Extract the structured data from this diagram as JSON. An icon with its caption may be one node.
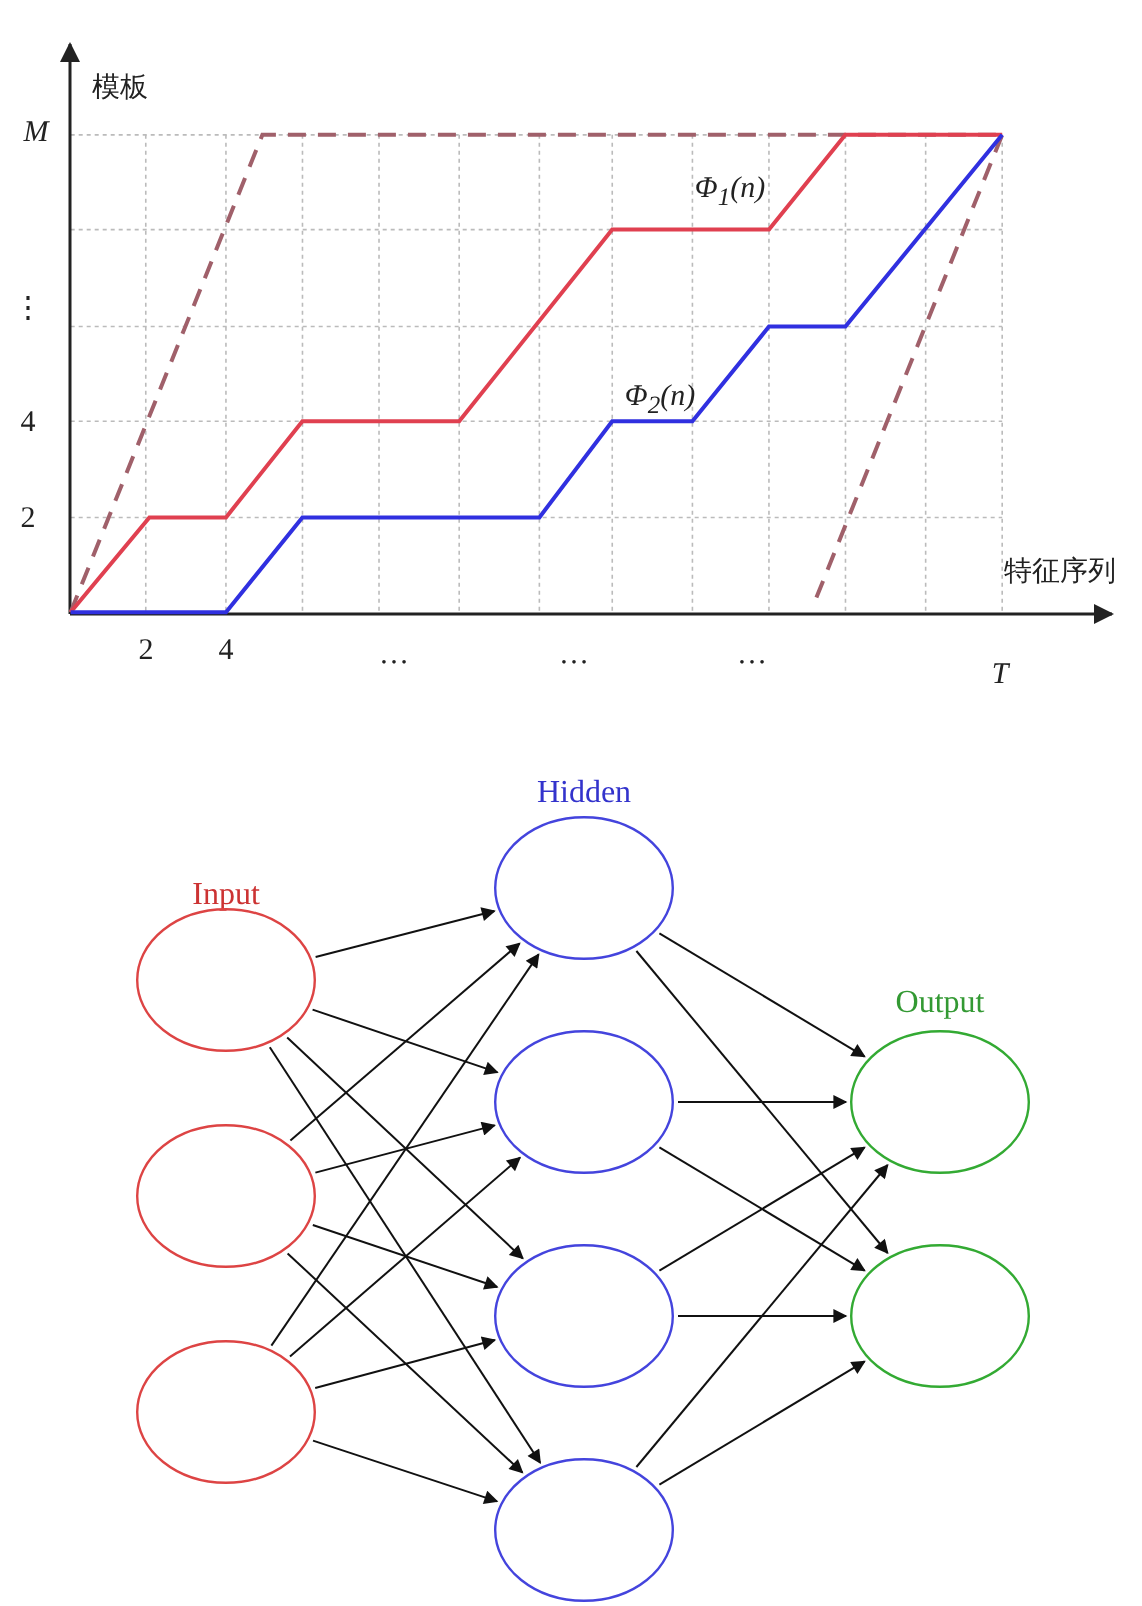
{
  "diagram": {
    "nodes": [
      {
        "text": [],
        "shape": "circle"
      },
      {
        "text": [],
        "shape": "circle"
      },
      {
        "text": [],
        "shape": "circle"
      },
      {
        "text": [],
        "shape": "circle"
      },
      {
        "text": [],
        "shape": "circle"
      },
      {
        "text": [],
        "shape": "circle"
      },
      {
        "text": [],
        "shape": "circle"
      },
      {
        "text": [],
        "shape": "circle"
      },
      {
        "text": [],
        "shape": "circle"
      }
    ],
    "edges": [
      {
        "from": 0,
        "to": 3,
        "arrow": "to"
      },
      {
        "from": 0,
        "to": 4,
        "arrow": "to"
      },
      {
        "from": 0,
        "to": 5,
        "arrow": "to"
      },
      {
        "from": 0,
        "to": 6,
        "arrow": "to"
      },
      {
        "from": 1,
        "to": 3,
        "arrow": "to"
      },
      {
        "from": 1,
        "to": 4,
        "arrow": "to"
      },
      {
        "from": 1,
        "to": 5,
        "arrow": "to"
      },
      {
        "from": 1,
        "to": 6,
        "arrow": "to"
      },
      {
        "from": 2,
        "to": 3,
        "arrow": "to"
      },
      {
        "from": 2,
        "to": 4,
        "arrow": "to"
      },
      {
        "from": 2,
        "to": 5,
        "arrow": "to"
      },
      {
        "from": 2,
        "to": 6,
        "arrow": "to"
      },
      {
        "from": 3,
        "to": 7,
        "arrow": "to"
      },
      {
        "from": 3,
        "to": 8,
        "arrow": "to"
      },
      {
        "from": 4,
        "to": 7,
        "arrow": "to"
      },
      {
        "from": 4,
        "to": 8,
        "arrow": "to"
      },
      {
        "from": 5,
        "to": 7,
        "arrow": "to"
      },
      {
        "from": 5,
        "to": 8,
        "arrow": "to"
      },
      {
        "from": 6,
        "to": 7,
        "arrow": "to"
      },
      {
        "from": 6,
        "to": 8,
        "arrow": "to"
      }
    ],
    "labels": [
      "模板",
      "M",
      "Φ$_{1}$(n)",
      "⋮",
      "Φ$_{2}$(n)",
      "4",
      "2",
      "特征序列",
      "2",
      "4",
      "…",
      "…",
      "…",
      "T",
      "Hidden",
      "Input",
      "Output"
    ]
  }
}
